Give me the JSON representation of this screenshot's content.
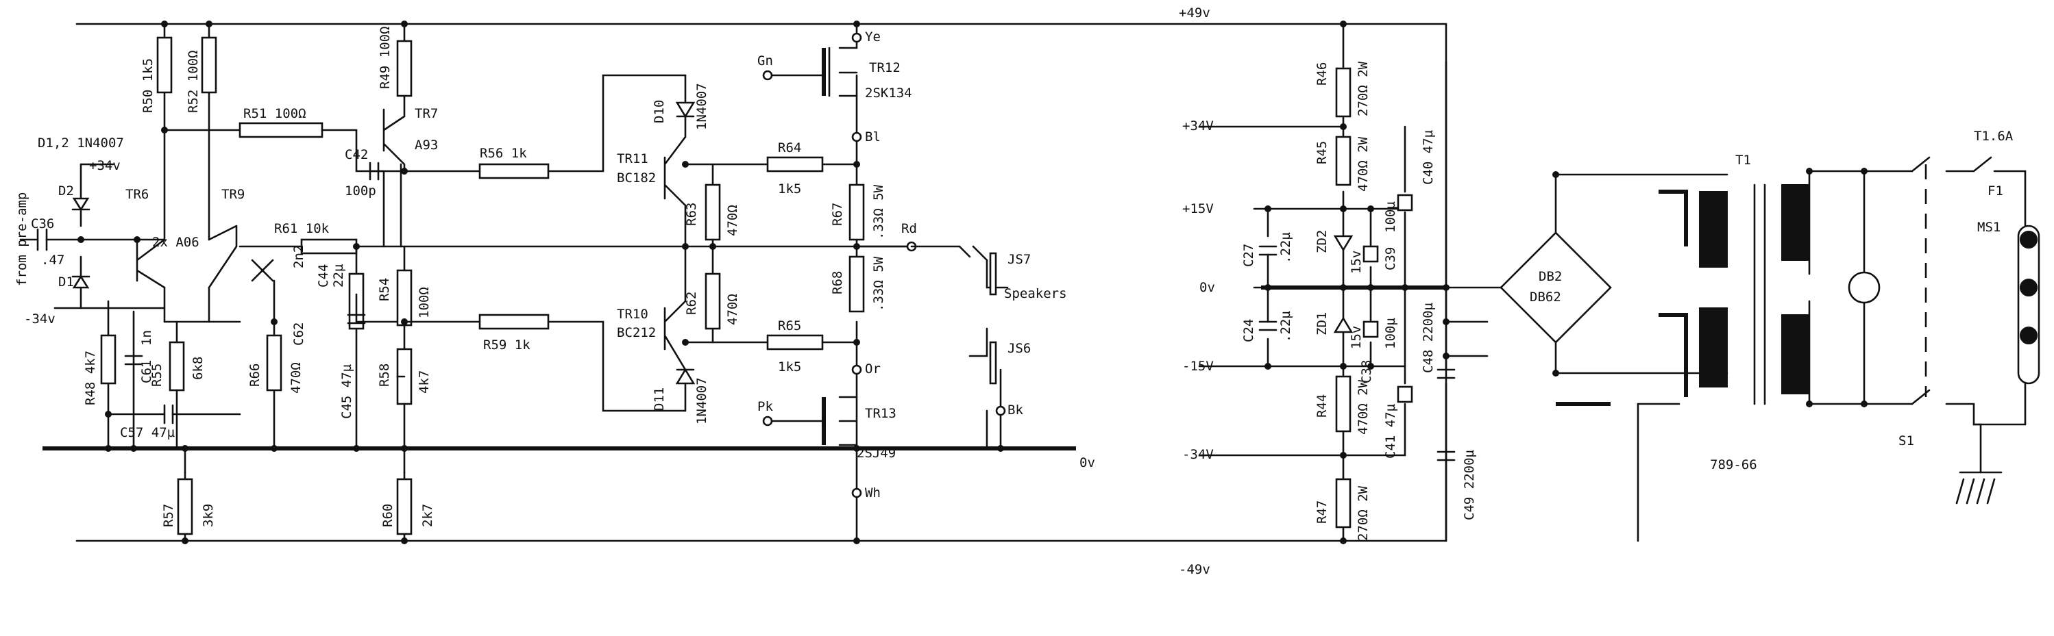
{
  "rails": {
    "p49": "+49v",
    "m49": "-49v",
    "zero": "0v",
    "zero_psu": "0v",
    "p34": "+34V",
    "m34": "-34V",
    "p15": "+15V",
    "m15": "-15V"
  },
  "components": {
    "D12": "D1,2 1N4007",
    "C36": "C36",
    "C36v": ".47",
    "preamp": "from pre-amp",
    "p34in": "+34v",
    "m34in": "-34v",
    "D2": "D2",
    "D1": "D1",
    "TR6": "TR6",
    "TR9": "TR9",
    "A06": "2x A06",
    "R50": "R50 1k5",
    "R52": "R52 100Ω",
    "R51": "R51 100Ω",
    "R49": "R49 100Ω",
    "TR7": "TR7",
    "A93": "A93",
    "C42": "C42",
    "C42v": "100p",
    "R56": "R56 1k",
    "R61": "R61 10k",
    "C62": "C62",
    "C62v": "2n2",
    "C44": "C44",
    "C44v": "22µ",
    "R54": "R54",
    "R54v": "100Ω",
    "R58": "R58",
    "R58v": "4k7",
    "C45": "C45 47µ",
    "R66": "R66",
    "R66v": "470Ω",
    "R55": "R55",
    "R55v": "6k8",
    "R48": "R48 4k7",
    "C61": "C61",
    "C61v": "1n",
    "C57": "C57 47µ",
    "R59": "R59 1k",
    "R57": "R57",
    "R57v": "3k9",
    "R60": "R60",
    "R60v": "2k7",
    "TR11": "TR11",
    "BC182": "BC182",
    "TR10": "TR10",
    "BC212": "BC212",
    "D10": "D10",
    "D10v": "1N4007",
    "D11": "D11",
    "D11v": "1N4007",
    "R63": "R63",
    "R63v": "470Ω",
    "R62": "R62",
    "R62v": "470Ω",
    "R64": "R64",
    "R64v": "1k5",
    "R65": "R65",
    "R65v": "1k5",
    "R67": "R67",
    "R67v": ".33Ω 5W",
    "R68": "R68",
    "R68v": ".33Ω 5W",
    "TR12": "TR12",
    "TR12v": "2SK134",
    "TR13": "TR13",
    "TR13v": "2SJ49",
    "Gn": "Gn",
    "Pk": "Pk",
    "Ye": "Ye",
    "Bl": "Bl",
    "Or": "Or",
    "Wh": "Wh",
    "Rd": "Rd",
    "Bk": "Bk",
    "JS7": "JS7",
    "JS6": "JS6",
    "speakers": "Speakers",
    "R46": "R46",
    "R46v": "270Ω 2W",
    "R45": "R45",
    "R45v": "470Ω 2W",
    "R44": "R44",
    "R44v": "470Ω 2W",
    "R47": "R47",
    "R47v": "270Ω 2W",
    "C27": "C27",
    "C27v": ".22µ",
    "C24": "C24",
    "C24v": ".22µ",
    "ZD2": "ZD2",
    "ZD2v": "15v",
    "ZD1": "ZD1",
    "ZD1v": "15v",
    "C39": "C39",
    "C39v": "100µ",
    "C38": "C38",
    "C38v": "100µ",
    "C40": "C40 47µ",
    "C41": "C41 47µ",
    "C48": "C48 2200µ",
    "C49": "C49 2200µ",
    "DB2": "DB2",
    "DB62": "DB62",
    "T1": "T1",
    "T1part": "789-66",
    "fuse": "T1.6A",
    "F1": "F1",
    "MS1": "MS1",
    "S1": "S1"
  }
}
